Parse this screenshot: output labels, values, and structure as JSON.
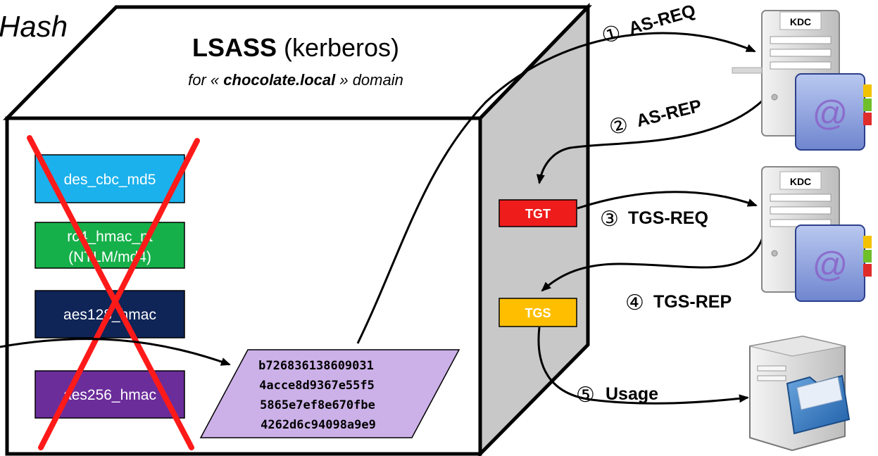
{
  "title": {
    "partial_left": "Hash",
    "main_bold": "LSASS",
    "main_rest": " (kerberos)",
    "subtitle_prefix": "for « ",
    "subtitle_domain": "chocolate.local",
    "subtitle_suffix": " » domain"
  },
  "keys": [
    {
      "label": "des_cbc_md5",
      "color": "#1bb1ec",
      "text_color": "#ffffff",
      "crossed": true
    },
    {
      "label": "rc4_hmac_nt",
      "label2": "(NTLM/md4)",
      "color": "#16b04a",
      "text_color": "#ffffff",
      "crossed": true
    },
    {
      "label": "aes128_hmac",
      "color": "#0f2457",
      "text_color": "#ffffff",
      "crossed": true
    },
    {
      "label": "aes256_hmac",
      "color": "#6b2d9a",
      "text_color": "#ffffff",
      "crossed": true
    }
  ],
  "hash_lines": [
    "b726836138609031",
    "4acce8d9367e55f5",
    "5865e7ef8e670fbe",
    "4262d6c94098a9e9"
  ],
  "tickets": {
    "tgt": {
      "label": "TGT",
      "color": "#ef1c1c"
    },
    "tgs": {
      "label": "TGS",
      "color": "#ffbf00"
    }
  },
  "servers": {
    "kdc1_label": "KDC",
    "kdc2_label": "KDC"
  },
  "steps": [
    {
      "num": "①",
      "label": "AS-REQ"
    },
    {
      "num": "②",
      "label": "AS-REP"
    },
    {
      "num": "③",
      "label": "TGS-REQ"
    },
    {
      "num": "④",
      "label": "TGS-REP"
    },
    {
      "num": "⑤",
      "label": "Usage"
    }
  ],
  "colors": {
    "cube_front": "#ffffff",
    "cube_side": "#c8c8c8",
    "cross": "#ff1a1a",
    "hash_fill": "#ccb0e8"
  }
}
